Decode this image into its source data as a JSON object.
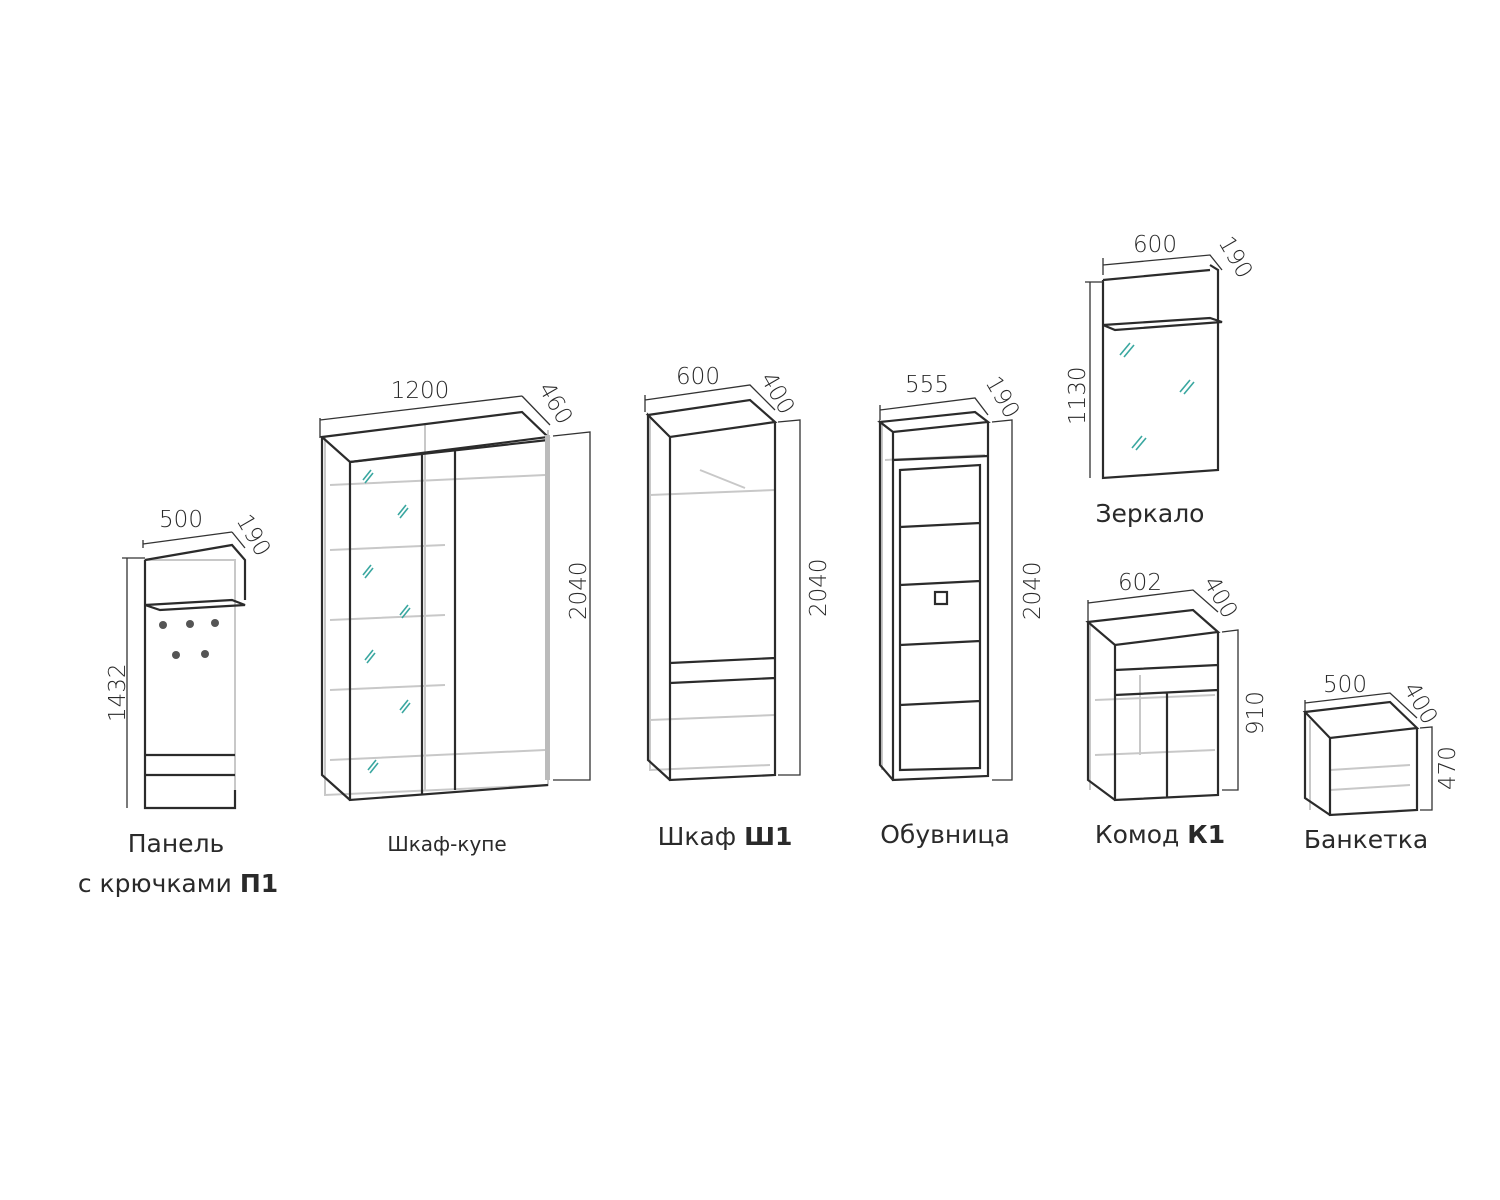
{
  "items": {
    "panel": {
      "label_line1": "Панель",
      "label_line2": "с крючками ",
      "code": "П1",
      "width": "500",
      "depth": "190",
      "height": "1432"
    },
    "wardrobe": {
      "label": "Шкаф-купе",
      "width": "1200",
      "depth": "460",
      "height": "2040"
    },
    "cabinet": {
      "label": "Шкаф ",
      "code": "Ш1",
      "width": "600",
      "depth": "400",
      "height": "2040"
    },
    "shoe_rack": {
      "label": "Обувница",
      "width": "555",
      "depth": "190",
      "height": "2040"
    },
    "mirror": {
      "label": "Зеркало",
      "width": "600",
      "depth": "190",
      "height": "1130"
    },
    "dresser": {
      "label": "Комод ",
      "code": "К1",
      "width": "602",
      "depth": "400",
      "height": "910"
    },
    "bench": {
      "label": "Банкетка",
      "width": "500",
      "depth": "400",
      "height": "470"
    }
  },
  "colors": {
    "line": "#2b2b2b",
    "interior": "#c8c8c8",
    "glass": "#3aa7a0"
  }
}
